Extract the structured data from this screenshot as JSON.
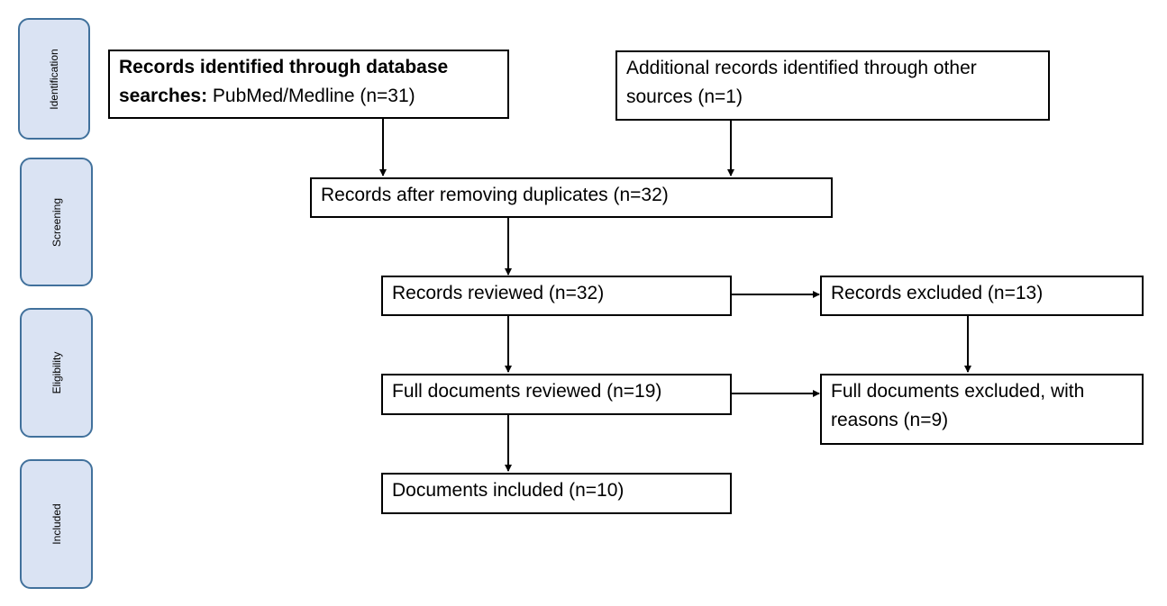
{
  "stages": [
    {
      "id": "identification",
      "label": "Identification"
    },
    {
      "id": "screening",
      "label": "Screening"
    },
    {
      "id": "eligibility",
      "label": "Eligibility"
    },
    {
      "id": "included",
      "label": "Included"
    }
  ],
  "boxes": {
    "database_records": {
      "bold": "Records identified through database searches:",
      "text": " PubMed/Medline (n=31)"
    },
    "other_sources": {
      "text": "Additional records identified through other sources (n=1)"
    },
    "after_duplicates": {
      "text": "Records after removing duplicates (n=32)"
    },
    "records_reviewed": {
      "text": "Records reviewed (n=32)"
    },
    "records_excluded": {
      "text": "Records excluded (n=13)"
    },
    "full_reviewed": {
      "text": "Full documents reviewed (n=19)"
    },
    "full_excluded": {
      "text": "Full documents excluded, with reasons (n=9)"
    },
    "included": {
      "text": "Documents included (n=10)"
    }
  },
  "colors": {
    "stage_fill": "#dae3f3",
    "stage_border": "#41719c",
    "box_border": "#000000"
  }
}
